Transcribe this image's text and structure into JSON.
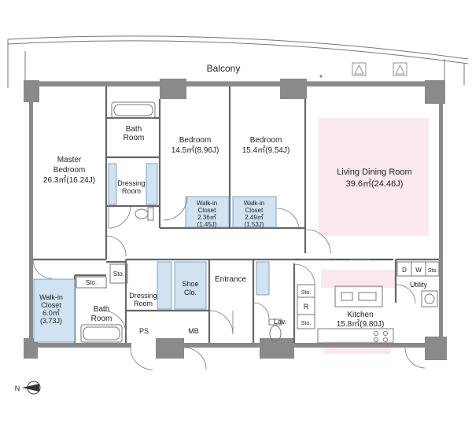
{
  "rooms": {
    "balcony": "Balcony",
    "bath_top_1": "Bath",
    "bath_top_2": "Room",
    "bedroom1": "Bedroom",
    "bedroom1_area": "14.5㎡(8.96J)",
    "bedroom2": "Bedroom",
    "bedroom2_area": "15.4㎡(9.54J)",
    "master_1": "Master",
    "master_2": "Bedroom",
    "master_area": "26.3㎡(16.24J)",
    "dressing_top_1": "Dressing",
    "dressing_top_2": "Room",
    "living": "Living Dining Room",
    "living_area": "39.6㎡(24.46J)",
    "wic_a_1": "Walk-in",
    "wic_a_2": "Closet",
    "wic_a_3": "2.36㎡",
    "wic_a_4": "(1.45J)",
    "wic_b_1": "Walk-in",
    "wic_b_2": "Closet",
    "wic_b_3": "2.49㎡",
    "wic_b_4": "(1.53J)",
    "wic_c_1": "Walk-in",
    "wic_c_2": "Closet",
    "wic_c_3": "6.0㎡",
    "wic_c_4": "(3.73J)",
    "sto_left": "Sto.",
    "sto_mid": "Sto.",
    "bath_bottom_1": "Bath",
    "bath_bottom_2": "Room",
    "dressing_bottom_1": "Dressing",
    "dressing_bottom_2": "Room",
    "shoe_1": "Shoe",
    "shoe_2": "Clo.",
    "entrance": "Entrance",
    "ps": "PS",
    "mb": "MB",
    "lav": "Lav.",
    "sto_k1": "Sto.",
    "r": "R",
    "sto_k2": "Sto.",
    "kitchen": "Kitchen",
    "kitchen_area": "15.8㎡(9.80J)",
    "d": "D",
    "w": "W",
    "sto_util": "Sto.",
    "utility": "Utility"
  },
  "compass": {
    "label": "N"
  },
  "colors": {
    "wall": "#8a8a8a",
    "closet_fill": "#cfe3f2",
    "accent_fill": "#fbe8ec",
    "line": "#555555"
  }
}
